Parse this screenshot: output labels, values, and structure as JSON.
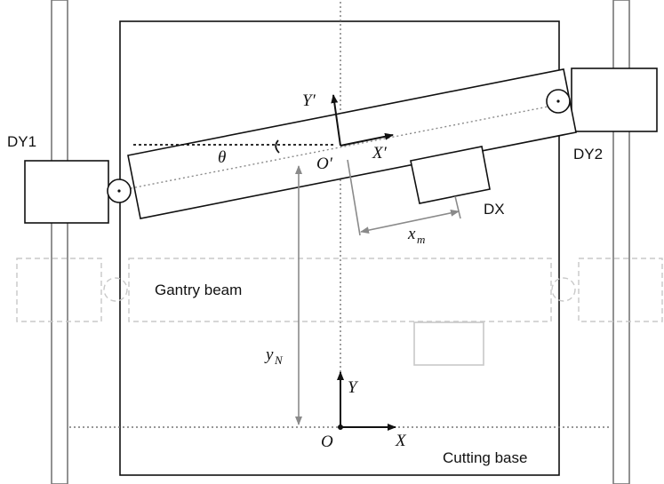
{
  "labels": {
    "dy1": "DY1",
    "dy2": "DY2",
    "dx": "DX",
    "gantry_beam": "Gantry beam",
    "cutting_base": "Cutting base",
    "theta": "θ",
    "origin": "O",
    "origin_prime": "O′",
    "axis_x": "X",
    "axis_y": "Y",
    "axis_x_prime": "X′",
    "axis_y_prime": "Y′",
    "x_m_base": "x",
    "x_m_sub": "m",
    "y_n_base": "y",
    "y_n_sub": "N"
  },
  "colors": {
    "stroke": "#111111",
    "grey_arrow": "#8a8a8a",
    "ghost": "#c8c8c8",
    "rail": "#777777"
  }
}
